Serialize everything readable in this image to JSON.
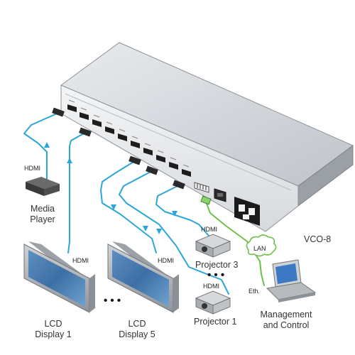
{
  "device": {
    "model": "VCO-8"
  },
  "devices": {
    "media_player": {
      "line1": "Media",
      "line2": "Player"
    },
    "lcd_display_1": {
      "line1": "LCD",
      "line2": "Display 1"
    },
    "lcd_display_5": {
      "line1": "LCD",
      "line2": "Display 5"
    },
    "projector_3": {
      "label": "Projector 3"
    },
    "projector_1": {
      "label": "Projector 1"
    },
    "pc": {
      "line1": "Management",
      "line2": "and Control"
    }
  },
  "cables": {
    "hdmi_media": "HDMI",
    "hdmi_lcd1": "HDMI",
    "hdmi_lcd5": "HDMI",
    "hdmi_proj3": "HDMI",
    "hdmi_proj1": "HDMI",
    "lan": "LAN",
    "eth": "Eth."
  },
  "ellipsis": "• • •",
  "colors": {
    "hdmi_cable": "#2aa7d8",
    "lan_cable": "#6cc14a",
    "chassis": "#cfd3d8"
  }
}
